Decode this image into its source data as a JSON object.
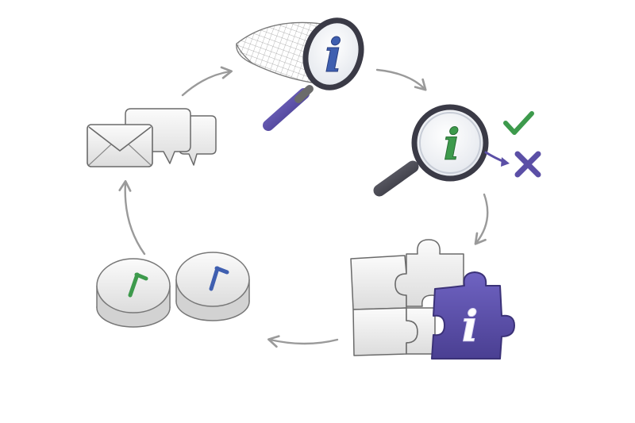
{
  "diagram": {
    "type": "cycle",
    "stages": [
      {
        "id": "collect",
        "icon": "butterfly-net-magnifier-info-icon",
        "label": "i"
      },
      {
        "id": "verify",
        "icon": "magnifier-info-check-cross-icon",
        "label": "i"
      },
      {
        "id": "integrate",
        "icon": "puzzle-pieces-info-icon",
        "label": "i"
      },
      {
        "id": "attribute",
        "icon": "quotation-buttons-icon"
      },
      {
        "id": "share",
        "icon": "envelope-speech-bubbles-icon"
      }
    ],
    "colors": {
      "accent_purple": "#5b4fa6",
      "accent_blue": "#3f5fb0",
      "accent_green": "#3d9a4c",
      "arrow_gray": "#9a9a9a",
      "icon_light": "#ececec",
      "outline": "#5a5a5a"
    }
  }
}
